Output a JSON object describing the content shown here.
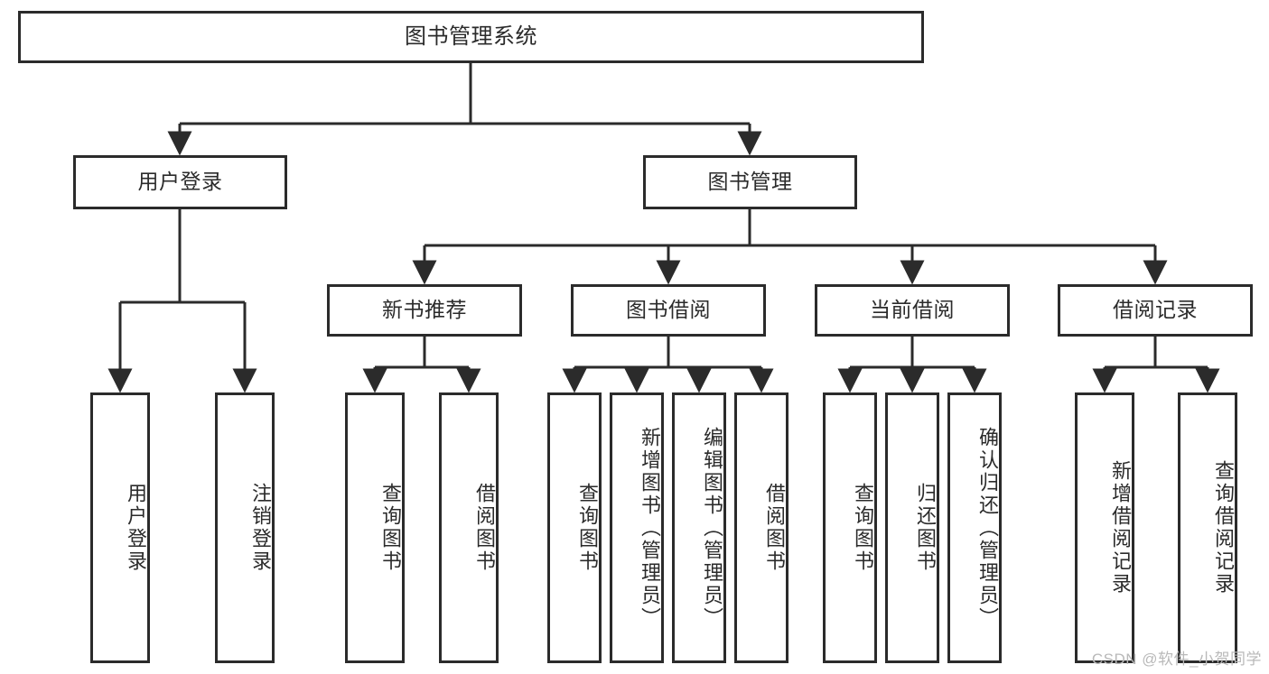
{
  "diagram": {
    "title": "图书管理系统",
    "type": "功能结构图",
    "colors": {
      "stroke": "#2b2b2b",
      "fill": "#ffffff",
      "text": "#2b2b2b",
      "watermark": "#b9b9b9"
    },
    "root": {
      "label": "图书管理系统"
    },
    "level2": [
      {
        "label": "用户登录"
      },
      {
        "label": "图书管理"
      }
    ],
    "level3": [
      {
        "label": "新书推荐"
      },
      {
        "label": "图书借阅"
      },
      {
        "label": "当前借阅"
      },
      {
        "label": "借阅记录"
      }
    ],
    "leaves": {
      "user_login": [
        {
          "label": "用户登录"
        },
        {
          "label": "注销登录"
        }
      ],
      "new_book": [
        {
          "label": "查询图书"
        },
        {
          "label": "借阅图书"
        }
      ],
      "book_borrow": [
        {
          "label": "查询图书"
        },
        {
          "label": "新增图书（管理员）"
        },
        {
          "label": "编辑图书（管理员）"
        },
        {
          "label": "借阅图书"
        }
      ],
      "current_borrow": [
        {
          "label": "查询图书"
        },
        {
          "label": "归还图书"
        },
        {
          "label": "确认归还（管理员）"
        }
      ],
      "borrow_record": [
        {
          "label": "新增借阅记录"
        },
        {
          "label": "查询借阅记录"
        }
      ]
    }
  },
  "watermark": {
    "text": "CSDN @软件_小贺同学"
  }
}
